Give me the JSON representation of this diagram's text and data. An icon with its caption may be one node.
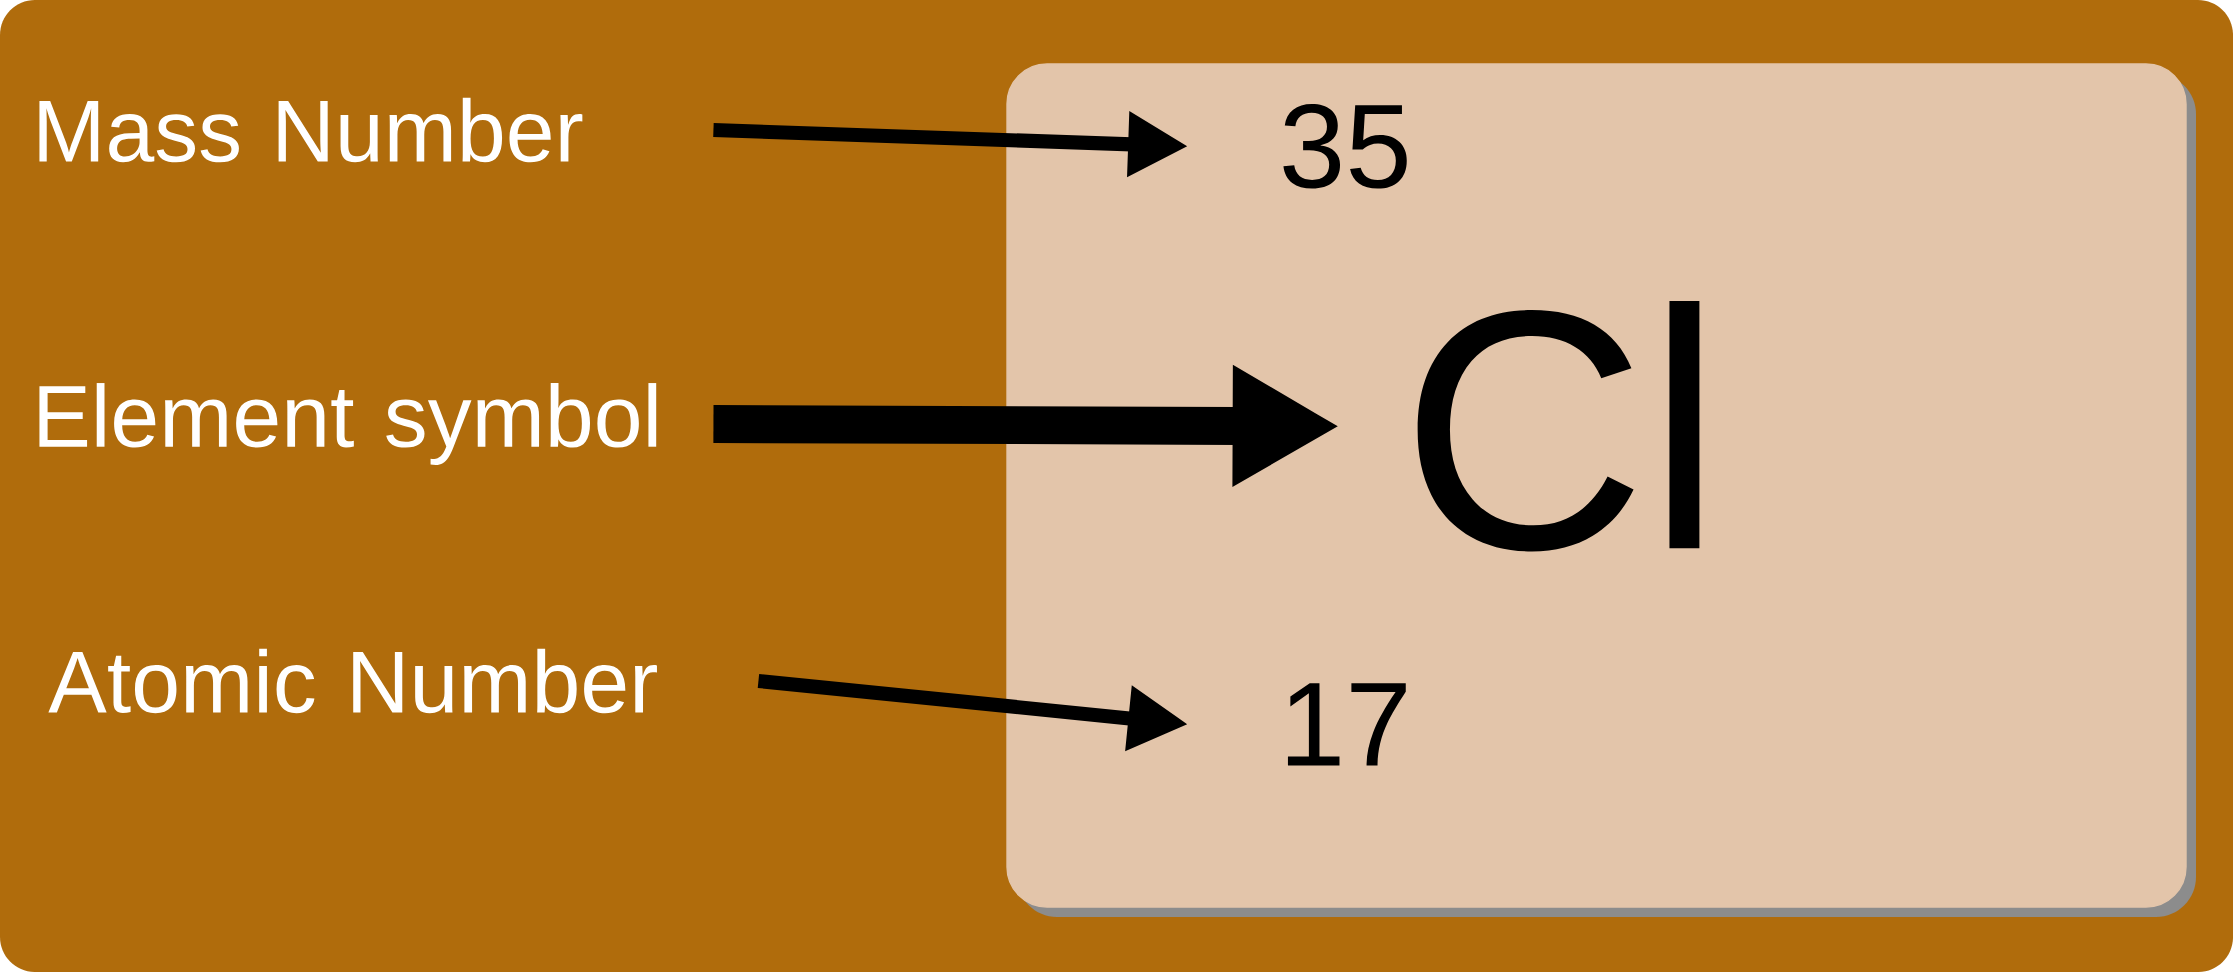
{
  "diagram": {
    "nodes": [
      {
        "text": [
          "Mass Number"
        ]
      },
      {
        "text": [
          "Element symbol"
        ]
      },
      {
        "text": [
          "Atomic Number"
        ]
      },
      {
        "text": [],
        "shape": "box"
      },
      {
        "text": [
          "35"
        ],
        "in": 3
      },
      {
        "text": [
          "Cl"
        ],
        "in": 3
      },
      {
        "text": [
          "17"
        ],
        "in": 3
      }
    ],
    "edges": [
      {
        "from": 0,
        "to": 4,
        "arrow": "to"
      },
      {
        "from": 1,
        "to": 5,
        "arrow": "to",
        "style": "thick"
      },
      {
        "from": 2,
        "to": 6,
        "arrow": "to"
      }
    ]
  }
}
